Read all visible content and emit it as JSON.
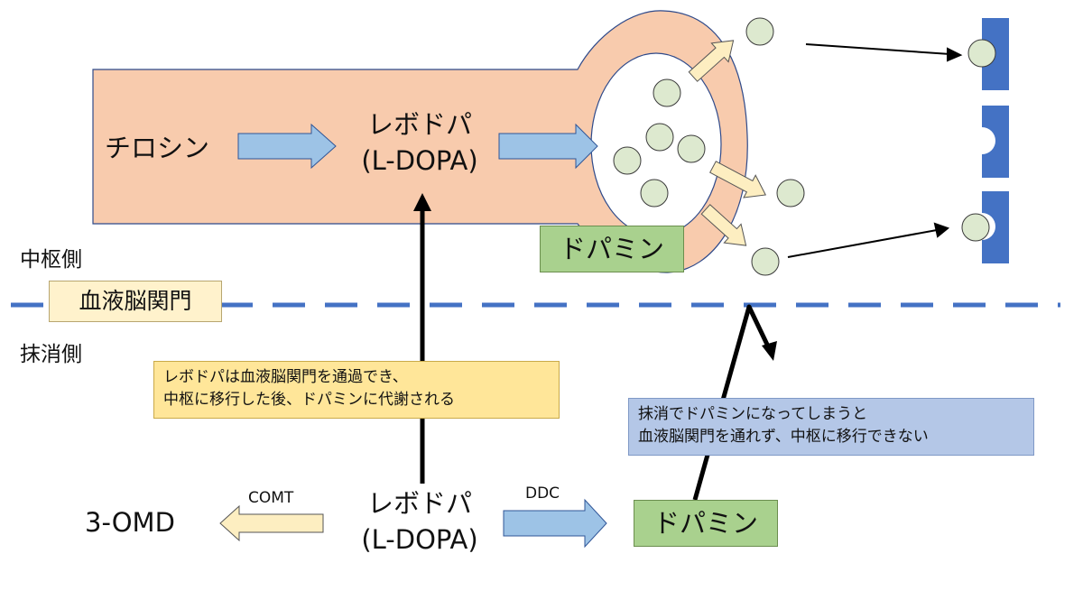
{
  "labels": {
    "tyrosine": "チロシン",
    "levodopa_central_line1": "レボドパ",
    "levodopa_central_line2": "(L-DOPA)",
    "dopamine_central": "ドパミン",
    "central_side": "中枢側",
    "bbb": "血液脳関門",
    "peripheral_side": "抹消側",
    "note_levodopa_line1": "レボドパは血液脳関門を通過でき、",
    "note_levodopa_line2": "中枢に移行した後、ドパミンに代謝される",
    "note_dopamine_line1": "抹消でドパミンになってしまうと",
    "note_dopamine_line2": "血液脳関門を通れず、中枢に移行できない",
    "omd": "3-OMD",
    "comt": "COMT",
    "levodopa_peripheral_line1": "レボドパ",
    "levodopa_peripheral_line2": "(L-DOPA)",
    "ddc": "DDC",
    "dopamine_peripheral": "ドパミン"
  },
  "colors": {
    "neuron_fill": "#f8cbad",
    "neuron_stroke": "#2f4a8a",
    "vesicle_fill": "#dde9cf",
    "vesicle_stroke": "#3a3a3a",
    "blue_arrow": "#9dc3e6",
    "blue_arrow_stroke": "#2f5597",
    "cream_arrow": "#fdeec1",
    "dopamine_box": "#a9d18e",
    "note_yellow": "#ffe699",
    "note_blue": "#b4c7e7",
    "bbb_line": "#4472c4",
    "receptor": "#4472c4",
    "bbb_label_bg": "#fff2cc"
  }
}
